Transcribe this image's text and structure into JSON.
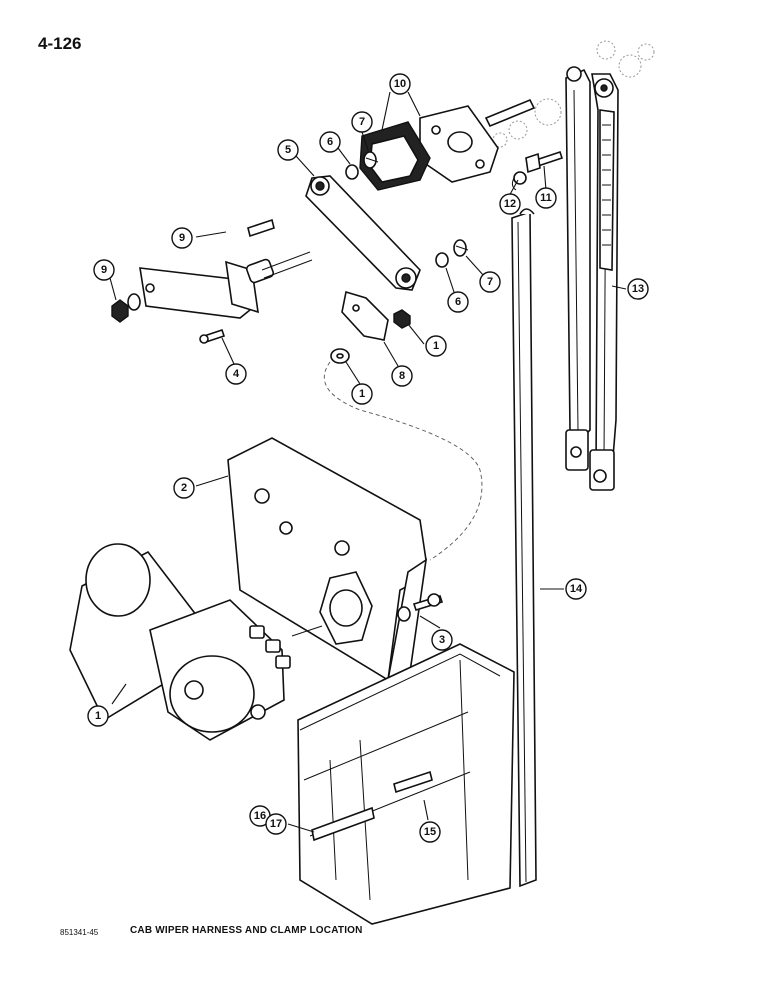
{
  "page": {
    "page_number": "4-126",
    "figure_ref": "851341-45",
    "caption": "CAB WIPER HARNESS AND CLAMP LOCATION"
  },
  "callouts": [
    {
      "id": "c1a",
      "label": "1"
    },
    {
      "id": "c1b",
      "label": "1"
    },
    {
      "id": "c1c",
      "label": "1"
    },
    {
      "id": "c2",
      "label": "2"
    },
    {
      "id": "c3",
      "label": "3"
    },
    {
      "id": "c4",
      "label": "4"
    },
    {
      "id": "c5",
      "label": "5"
    },
    {
      "id": "c6a",
      "label": "6"
    },
    {
      "id": "c6b",
      "label": "6"
    },
    {
      "id": "c7a",
      "label": "7"
    },
    {
      "id": "c7b",
      "label": "7"
    },
    {
      "id": "c8",
      "label": "8"
    },
    {
      "id": "c9a",
      "label": "9"
    },
    {
      "id": "c9b",
      "label": "9"
    },
    {
      "id": "c10",
      "label": "10"
    },
    {
      "id": "c11",
      "label": "11"
    },
    {
      "id": "c12",
      "label": "12"
    },
    {
      "id": "c13",
      "label": "13"
    },
    {
      "id": "c14",
      "label": "14"
    },
    {
      "id": "c15",
      "label": "15"
    },
    {
      "id": "c16",
      "label": "16"
    },
    {
      "id": "c17",
      "label": "17"
    }
  ]
}
